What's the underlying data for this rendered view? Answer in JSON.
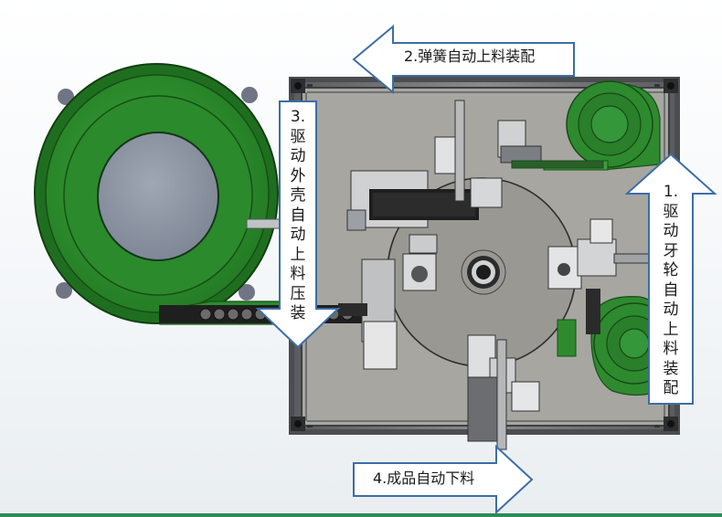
{
  "steps": [
    {
      "label": "1. 驱动牙轮自动上料装配",
      "prefix": "1.",
      "chars": [
        "驱",
        "动",
        "牙",
        "轮",
        "自",
        "动",
        "上",
        "料",
        "装",
        "配"
      ]
    },
    {
      "label": "2.弹簧自动上料装配"
    },
    {
      "label": "3. 驱动外壳自动上料压装",
      "prefix": "3.",
      "chars": [
        "驱",
        "动",
        "外",
        "壳",
        "自",
        "动",
        "上",
        "料",
        "压",
        "装"
      ]
    },
    {
      "label": "4.成品自动下料"
    }
  ],
  "colors": {
    "feeder_green": "#2f8a2f",
    "feeder_dark": "#1d5a1d",
    "plate_gray": "#a7a6a1",
    "frame_gray": "#6d6e70",
    "arrow_border": "#3d6ea5",
    "bottom_strip": "#2e8b57"
  }
}
